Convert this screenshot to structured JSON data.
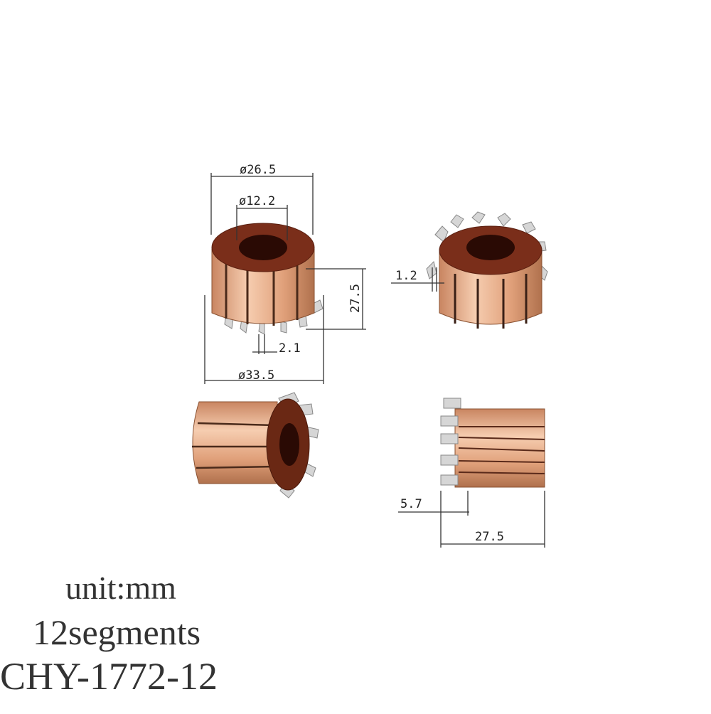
{
  "dimensions": {
    "outer_diameter": "ø26.5",
    "inner_diameter": "ø12.2",
    "height": "27.5",
    "hook_thickness": "1.2",
    "hook_width": "2.1",
    "hook_diameter": "ø33.5",
    "hook_length": "5.7",
    "length": "27.5"
  },
  "caption": {
    "unit": "unit:mm",
    "segments": "12segments",
    "model": "CHY-1772-12"
  },
  "colors": {
    "copper_light": "#f3c3a3",
    "copper_mid": "#d99470",
    "copper_dark": "#9a5a3a",
    "core": "#6b2a1a",
    "silver": "#cfcfcf"
  }
}
